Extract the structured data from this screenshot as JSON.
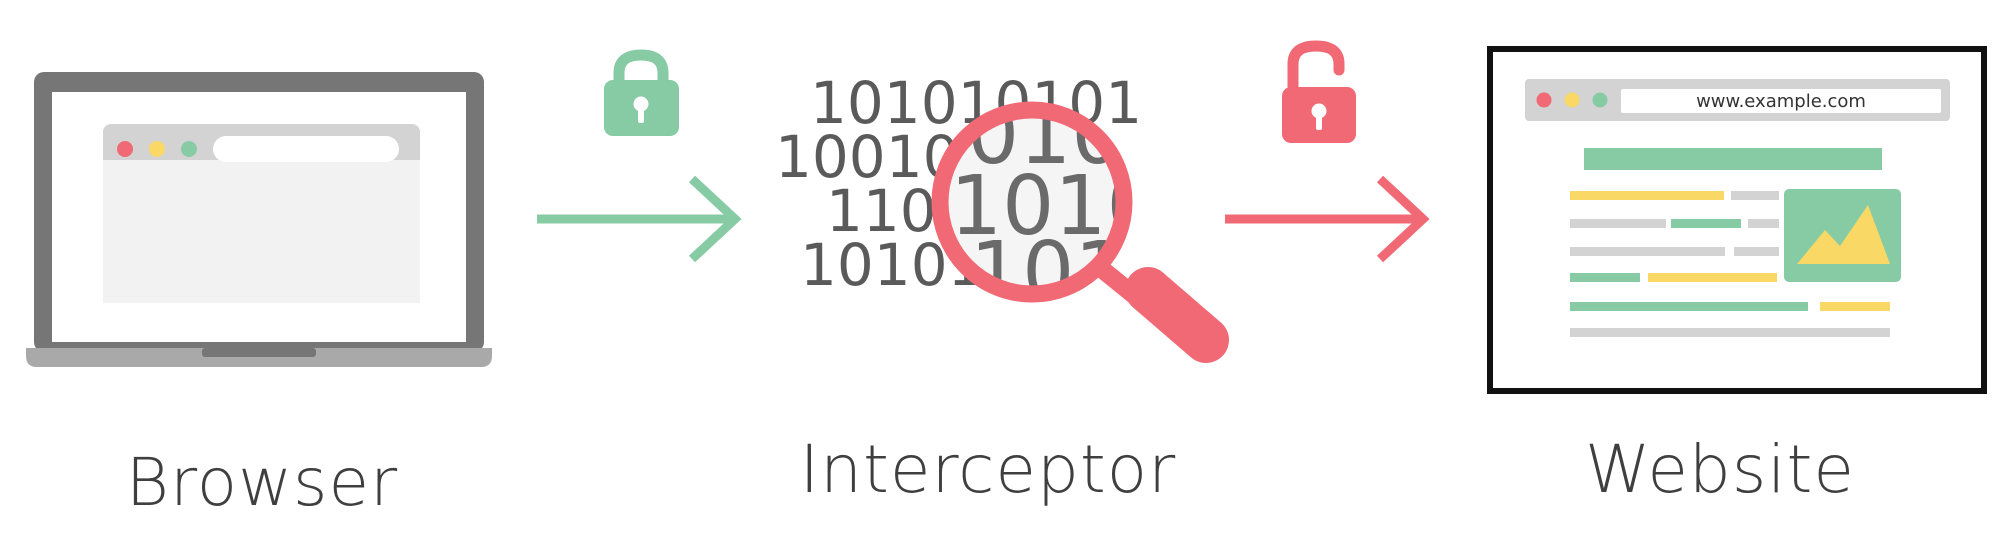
{
  "colors": {
    "secure": "#87CBA5",
    "insecure": "#F06974",
    "gray_dark": "#767676",
    "gray_mid": "#D3D3D3",
    "gray_light": "#F2F2F2",
    "accent_yellow": "#F9D865",
    "text_dark": "#3F3F3F"
  },
  "nodes": {
    "browser": {
      "label": "Browser",
      "icon": "laptop-browser-icon"
    },
    "interceptor": {
      "label": "Interceptor",
      "icon": "magnifying-glass-icon",
      "binary_rows": [
        "101010101",
        "10010",
        "110",
        "10101"
      ],
      "binary_zoomed": [
        "010",
        "1010",
        "101"
      ]
    },
    "website": {
      "label": "Website",
      "icon": "webpage-icon",
      "url": "www.example.com"
    }
  },
  "links": [
    {
      "from": "browser",
      "to": "interceptor",
      "lock": "closed-lock-icon",
      "state": "secure"
    },
    {
      "from": "interceptor",
      "to": "website",
      "lock": "open-lock-icon",
      "state": "insecure"
    }
  ]
}
